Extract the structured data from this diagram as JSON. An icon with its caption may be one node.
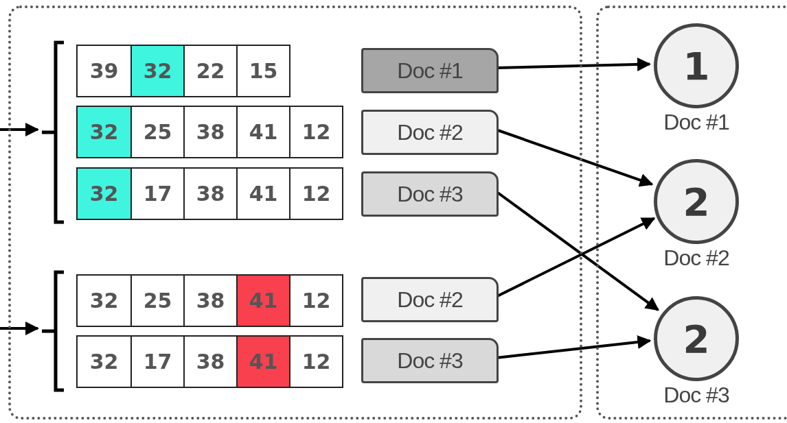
{
  "diagram": {
    "nodes": [
      {
        "text": [],
        "shape": "box"
      },
      {
        "text": [],
        "shape": "bracket",
        "in": 0
      },
      {
        "text": [
          "39",
          "32",
          "22",
          "15"
        ],
        "in": 0
      },
      {
        "text": [
          "Doc #1"
        ],
        "in": 0
      },
      {
        "text": [
          "32",
          "25",
          "38",
          "41",
          "12"
        ],
        "in": 0
      },
      {
        "text": [
          "Doc #2"
        ],
        "in": 0
      },
      {
        "text": [
          "32",
          "17",
          "38",
          "41",
          "12"
        ],
        "in": 0
      },
      {
        "text": [
          "Doc #3"
        ],
        "in": 0
      },
      {
        "text": [],
        "shape": "bracket",
        "in": 0
      },
      {
        "text": [
          "32",
          "25",
          "38",
          "41",
          "12"
        ],
        "in": 0
      },
      {
        "text": [
          "Doc #2"
        ],
        "in": 0
      },
      {
        "text": [
          "32",
          "17",
          "38",
          "41",
          "12"
        ],
        "in": 0
      },
      {
        "text": [
          "Doc #3"
        ],
        "in": 0
      },
      {
        "text": [],
        "shape": "box"
      },
      {
        "text": [
          "1"
        ],
        "beside": [
          "Doc #1"
        ],
        "in": 13
      },
      {
        "text": [
          "2"
        ],
        "beside": [
          "Doc #2"
        ],
        "in": 13
      },
      {
        "text": [
          "2"
        ],
        "beside": [
          "Doc #3"
        ],
        "in": 13
      }
    ],
    "edges": [
      {
        "from": null,
        "to": 1,
        "arrow": "to"
      },
      {
        "from": null,
        "to": 8,
        "arrow": "to"
      },
      {
        "from": 3,
        "to": 14,
        "arrow": "to"
      },
      {
        "from": 5,
        "to": 15,
        "arrow": "to"
      },
      {
        "from": 7,
        "to": 16,
        "arrow": "to"
      },
      {
        "from": 10,
        "to": 15,
        "arrow": "to"
      },
      {
        "from": 12,
        "to": 16,
        "arrow": "to"
      }
    ]
  }
}
